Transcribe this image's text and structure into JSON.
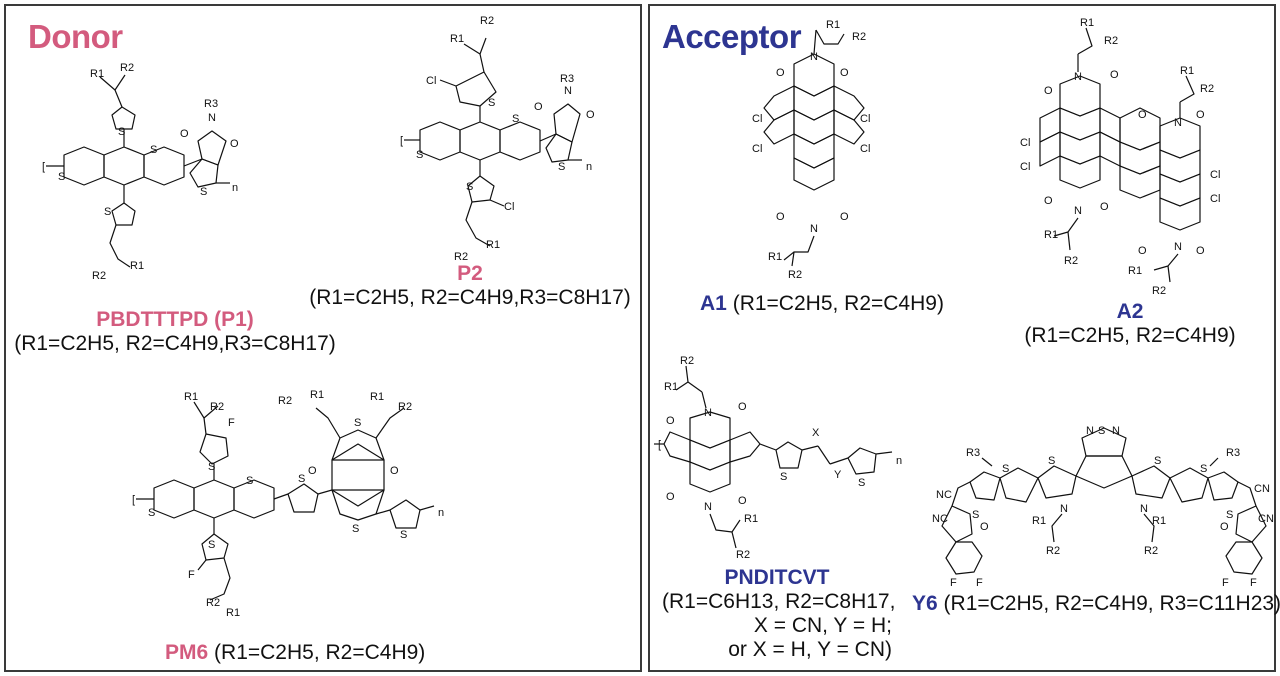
{
  "donor": {
    "heading": "Donor",
    "p1": {
      "name": "PBDTTTPD (P1)",
      "sub": "(R1=C2H5, R2=C4H9,R3=C8H17)"
    },
    "p2": {
      "name": "P2",
      "sub": "(R1=C2H5, R2=C4H9,R3=C8H17)"
    },
    "pm6": {
      "name": "PM6",
      "sub": "(R1=C2H5, R2=C4H9)"
    }
  },
  "acceptor": {
    "heading": "Acceptor",
    "a1": {
      "name": "A1",
      "sub": "(R1=C2H5, R2=C4H9)"
    },
    "a2": {
      "name": "A2",
      "sub": "(R1=C2H5, R2=C4H9)"
    },
    "pnditcvt": {
      "name": "PNDITCVT",
      "line1": "(R1=C6H13, R2=C8H17,",
      "line2": "X = CN, Y = H;",
      "line3": "or X = H, Y = CN)"
    },
    "y6": {
      "name": "Y6",
      "sub": "(R1=C2H5, R2=C4H9, R3=C11H23)"
    }
  },
  "atom_labels": {
    "S": "S",
    "N": "N",
    "O": "O",
    "Cl": "Cl",
    "F": "F",
    "CN": "NC",
    "CN2": "CN",
    "R1": "R1",
    "R2": "R2",
    "R3": "R3",
    "n": "n",
    "X": "X",
    "Y": "Y"
  },
  "colors": {
    "donor": "#d35b7e",
    "acceptor": "#2d3591",
    "border": "#3a3a3a"
  }
}
